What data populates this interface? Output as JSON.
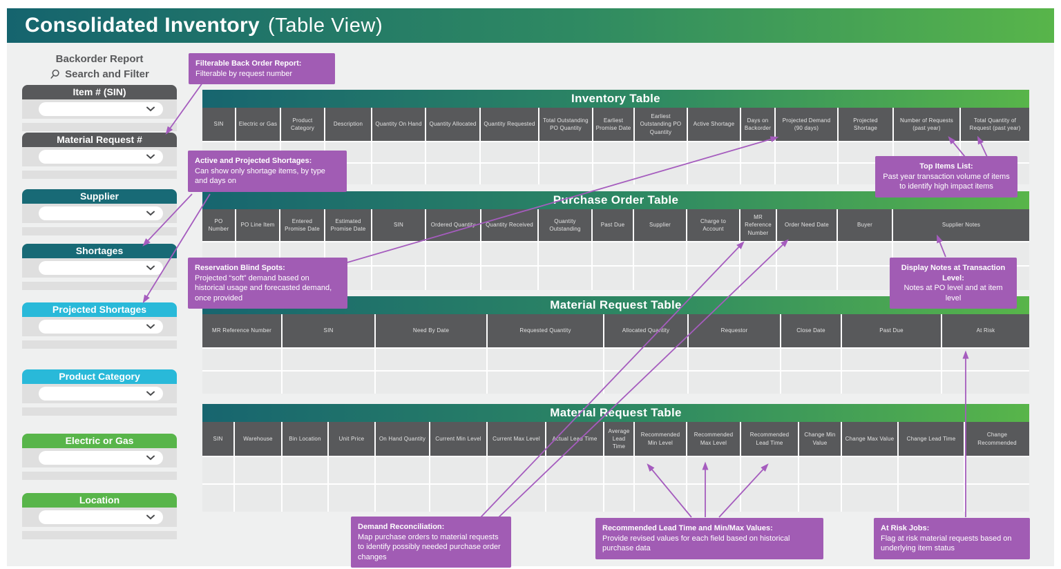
{
  "header": {
    "title": "Consolidated Inventory",
    "subtitle": "(Table View)"
  },
  "sidebar": {
    "report_title": "Backorder Report",
    "search_label": "Search and Filter",
    "filters": [
      {
        "label": "Item # (SIN)"
      },
      {
        "label": "Material Request #"
      },
      {
        "label": "Supplier"
      },
      {
        "label": "Shortages"
      },
      {
        "label": "Projected Shortages"
      },
      {
        "label": "Product Category"
      },
      {
        "label": "Electric or Gas"
      },
      {
        "label": "Location"
      }
    ]
  },
  "tables": {
    "inventory": {
      "title": "Inventory Table",
      "columns": [
        "SIN",
        "Electric or Gas",
        "Product Category",
        "Description",
        "Quantity On Hand",
        "Quantity Allocated",
        "Quantity Requested",
        "Total Outstanding PO Quantity",
        "Earliest Promise Date",
        "Earliest Outstanding PO Quantity",
        "Active Shortage",
        "Days on Backorder",
        "Projected Demand (90 days)",
        "Projected Shortage",
        "Number of Requests (past year)",
        "Total Quantity of Request (past year)"
      ]
    },
    "purchase_order": {
      "title": "Purchase Order Table",
      "columns": [
        "PO Number",
        "PO Line Item",
        "Entered Promise Date",
        "Estimated Promise Date",
        "SIN",
        "Ordered Quantity",
        "Quantity Received",
        "Quantity Outstanding",
        "Past Due",
        "Supplier",
        "Charge to Account",
        "MR Reference Number",
        "Order Need Date",
        "Buyer",
        "Supplier Notes"
      ]
    },
    "material_request": {
      "title": "Material Request Table",
      "columns": [
        "MR Reference Number",
        "SIN",
        "Need By Date",
        "Requested Quantity",
        "Allocated Quantity",
        "Requestor",
        "Close Date",
        "Past Due",
        "At Risk"
      ]
    },
    "material_request_2": {
      "title": "Material Request Table",
      "columns": [
        "SIN",
        "Warehouse",
        "Bin Location",
        "Unit Price",
        "On Hand Quantity",
        "Current Min Level",
        "Current Max Level",
        "Actual Lead Time",
        "Average Lead Time",
        "Recommended Min Level",
        "Recommended Max Level",
        "Recommended Lead Time",
        "Change Min Value",
        "Change Max Value",
        "Change Lead Time",
        "Change Recommended"
      ]
    }
  },
  "callouts": {
    "filterable": {
      "title": "Filterable Back Order Report:",
      "body": "Filterable by request number"
    },
    "shortages": {
      "title": "Active and Projected Shortages:",
      "body": "Can show only shortage items, by type and days on"
    },
    "reservation": {
      "title": "Reservation Blind Spots:",
      "body": "Projected “soft” demand based on historical usage and forecasted demand, once provided"
    },
    "top_items": {
      "title": "Top Items List:",
      "body": "Past year transaction volume of items to identify high impact items"
    },
    "display_notes": {
      "title": "Display Notes at Transaction Level:",
      "body": "Notes at PO level and at item level"
    },
    "demand_reconciliation": {
      "title": "Demand Reconciliation:",
      "body": "Map purchase orders to material requests to identify possibly needed purchase order changes"
    },
    "recommended": {
      "title": "Recommended Lead Time and Min/Max Values:",
      "body": "Provide revised values for each field based on historical purchase data"
    },
    "at_risk": {
      "title": "At Risk Jobs:",
      "body": "Flag at risk material requests based on underlying item status"
    }
  },
  "colors": {
    "teal": "#186A76",
    "green": "#58B54A",
    "cyan": "#29B9D9",
    "dark_gray": "#58595B",
    "purple": "#A15CB4",
    "page_gray": "#EFF0F0"
  }
}
